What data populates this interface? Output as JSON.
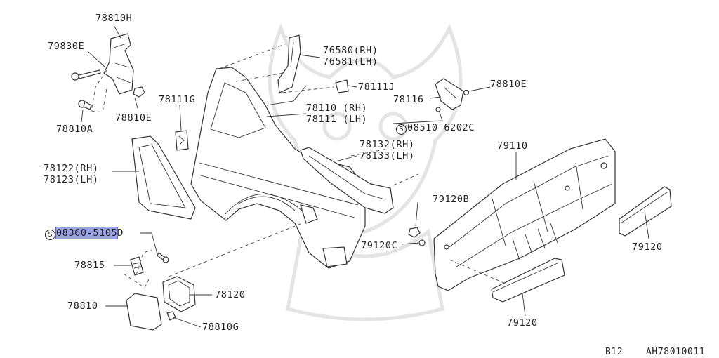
{
  "labels": {
    "l78810H": "78810H",
    "l79830E": "79830E",
    "l78810E_left": "78810E",
    "l78810A": "78810A",
    "l78111G": "78111G",
    "l76580": "76580(RH)",
    "l76581": "76581(LH)",
    "l78111J": "78111J",
    "l78110": "78110 (RH)",
    "l78111": "78111 (LH)",
    "l78116": "78116",
    "l78810E_right": "78810E",
    "l08510_code": "08510-6202C",
    "l78132": "78132(RH)",
    "l78133": "78133(LH)",
    "l79110": "79110",
    "l78122": "78122(RH)",
    "l78123": "78123(LH)",
    "l08360_code": "08360-5105",
    "l08360_suffix": "D",
    "l79120B": "79120B",
    "l79120C": "79120C",
    "l79120_right": "79120",
    "l78815": "78815",
    "l78120": "78120",
    "l78810": "78810",
    "l78810G": "78810G",
    "l79120_bottom": "79120"
  },
  "symbols": {
    "screw_symbol": "S"
  },
  "footer": {
    "model": "B12",
    "ref": "AH78010011"
  },
  "colors": {
    "highlight": "#9aa0e4",
    "line": "#333333",
    "watermark": "#e4e4e4"
  }
}
